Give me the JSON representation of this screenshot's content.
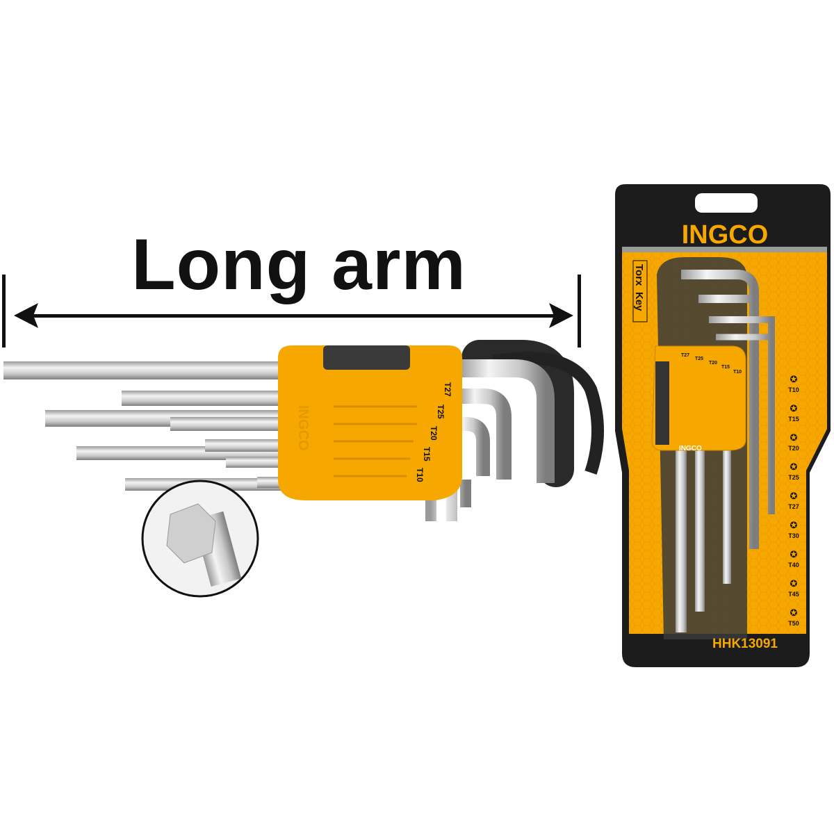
{
  "headline": "Long arm",
  "brand": "INGCO",
  "holder_sizes": [
    "T27",
    "T25",
    "T20",
    "T15",
    "T10"
  ],
  "package": {
    "brand": "INGCO",
    "side_label_1": "Torx",
    "side_label_2": "Key",
    "holder_sizes": [
      "T27",
      "T25",
      "T20",
      "T15",
      "T10"
    ],
    "size_list": [
      "T10",
      "T15",
      "T20",
      "T25",
      "T27",
      "T30",
      "T40",
      "T45",
      "T50"
    ],
    "model": "HHK13091"
  },
  "colors": {
    "brand_orange": "#f7a800",
    "dark": "#1c1c1c",
    "steel": "#d9d9d9"
  }
}
